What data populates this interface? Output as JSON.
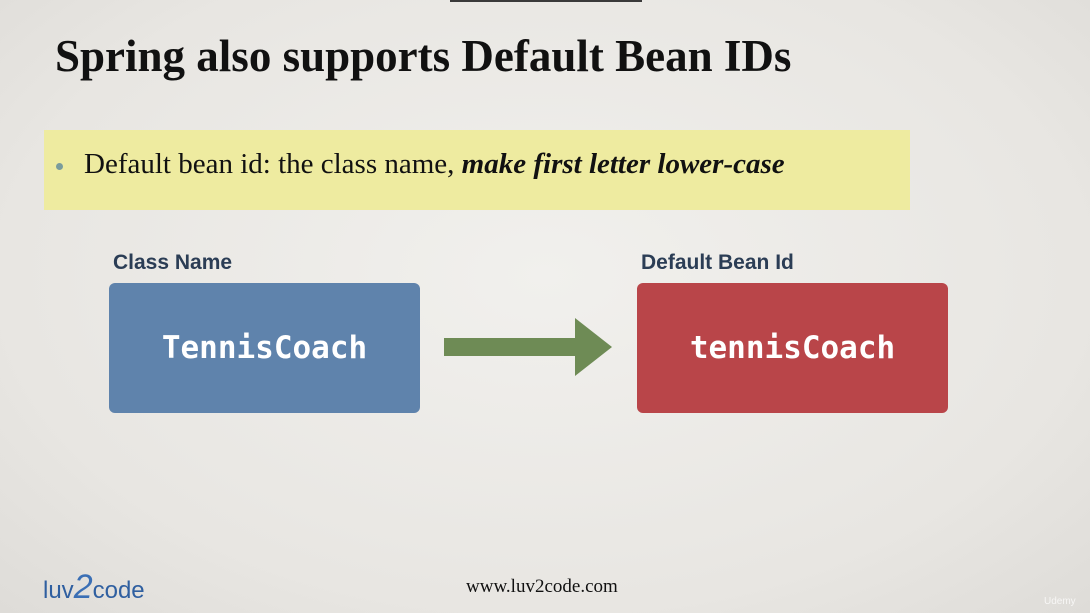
{
  "slide": {
    "title": "Spring also supports Default Bean IDs",
    "bullet": {
      "text_plain": "Default bean id:  the class name, ",
      "text_emphasis": "make first letter lower-case"
    }
  },
  "diagram": {
    "left": {
      "label": "Class Name",
      "value": "TennisCoach",
      "color": "#5f83ac"
    },
    "right": {
      "label": "Default Bean Id",
      "value": "tennisCoach",
      "color": "#b94549"
    },
    "arrow_color": "#6e8b55"
  },
  "footer": {
    "logo_prefix": "luv",
    "logo_two": "2",
    "logo_suffix": "code",
    "url": "www.luv2code.com",
    "watermark": "Udemy"
  },
  "colors": {
    "highlight": "#eeeba0",
    "label_text": "#2b3d55"
  }
}
